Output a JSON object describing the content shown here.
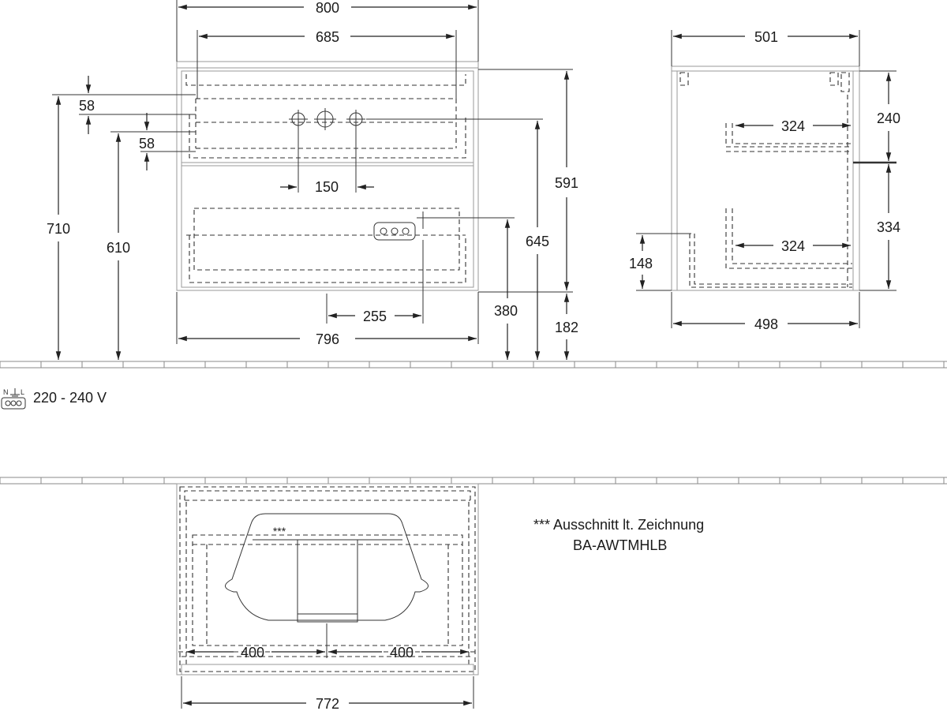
{
  "front_view": {
    "dims": {
      "overall_width": "800",
      "inner_width": "685",
      "offset_top": "58",
      "offset_second": "58",
      "tap_spacing": "150",
      "total_height": "710",
      "height_610": "610",
      "body_height": "591",
      "height_645": "645",
      "height_380": "380",
      "socket_offset": "255",
      "base_height": "182",
      "body_width": "796"
    }
  },
  "side_view": {
    "dims": {
      "overall_depth": "501",
      "upper_height": "240",
      "upper_drawer_depth": "324",
      "lower_drawer_depth": "324",
      "lower_height": "334",
      "side_148": "148",
      "body_depth": "498"
    }
  },
  "power": {
    "label": "220 - 240 V",
    "icon": "plug-socket-icon"
  },
  "top_view": {
    "dims": {
      "left_half": "400",
      "right_half": "400",
      "width": "772"
    },
    "cutout_mark": "***"
  },
  "note": {
    "line1": "*** Ausschnitt lt. Zeichnung",
    "line2": "BA-AWTMHLB"
  }
}
